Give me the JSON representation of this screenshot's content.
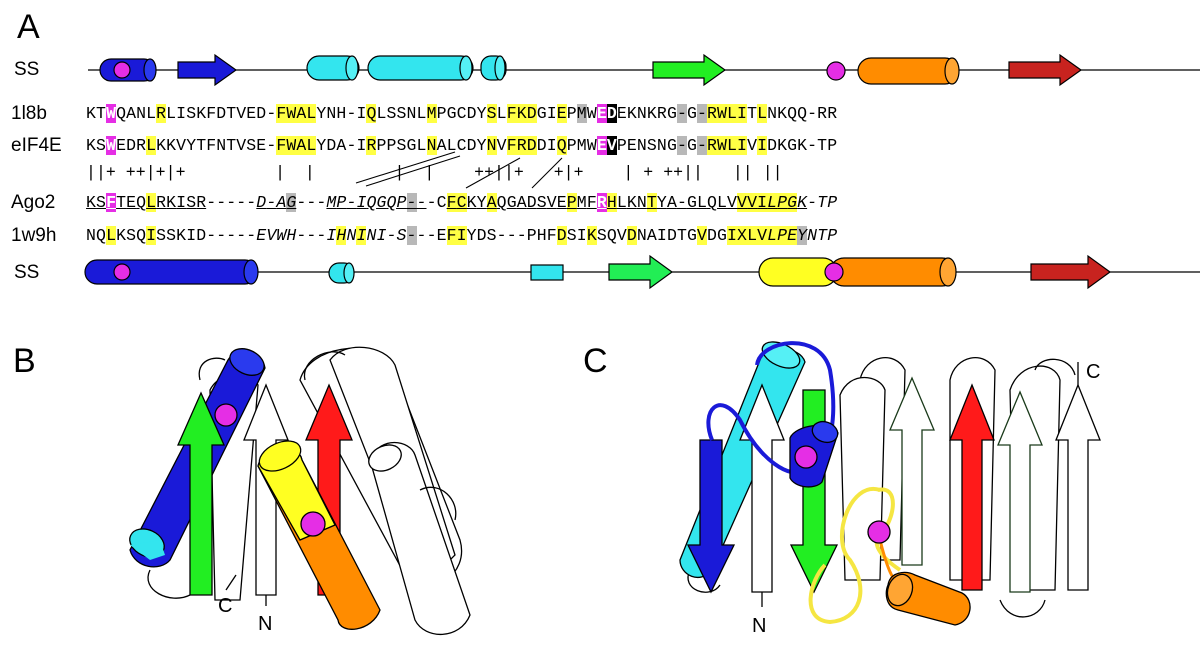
{
  "panels": {
    "a": "A",
    "b": "B",
    "c": "C"
  },
  "rows": {
    "ss_top": "SS",
    "r1": "1l8b",
    "r2": "eIF4E",
    "r3": "Ago2",
    "r4": "1w9h",
    "ss_bottom": "SS"
  },
  "sequences": {
    "l8b": "KTWQANLRLISKFDTVED-FWALYNH-IQLSSNLMPGCDYSLFKDGIEPMWEDEKNKRG-G-RWLITLNKQQ-RR",
    "eif4e": "KSWEDRLKKVYTFNTVSE-FWALYDA-IRPPSGLNALCDYNVFRDDIQPMWEVPENSNG-G-RWLIVIDKGK-TP",
    "conservation": "||+ ++|+|+         |  |        |  |    ++||+   +|+    | + ++||   || ||",
    "ago2": "KSFTEQLRKISR-----D-AG---MP-IQGQP---CFCKYAQGADSVEPMFRHLKNTYA-GLQLVVVILPGK-TP",
    "w9h": "NQLKSQISSKID-----EVWH---IHNINI-S---EFIYDS---PHFDSIKSQVDNAIDTGVDGIXLVLPEYNTP"
  },
  "termini": {
    "b_c": "C",
    "b_n": "N",
    "c_n": "N",
    "c_c": "C"
  },
  "colors": {
    "blue": "#1a1ad8",
    "cyan": "#33e5ee",
    "green": "#22ee22",
    "orange": "#ff8c00",
    "yellow": "#ffff22",
    "red": "#ff1a1a",
    "magenta": "#e52ee5",
    "highlight_yellow": "#ffff44",
    "highlight_gray": "#b8b8b8"
  }
}
